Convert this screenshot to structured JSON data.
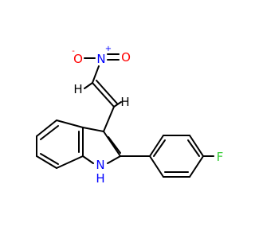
{
  "molecule": {
    "atoms": {
      "oxygen_left": {
        "symbol": "O",
        "charge": "-",
        "color": "#ff0000"
      },
      "nitrogen_nitro": {
        "symbol": "N",
        "charge": "+",
        "color": "#0000ff"
      },
      "oxygen_right": {
        "symbol": "O",
        "color": "#ff0000"
      },
      "fluorine": {
        "symbol": "F",
        "color": "#33cc33"
      },
      "nh_nitrogen": {
        "symbol": "N",
        "color": "#0000ff"
      },
      "nh_hydrogen": {
        "symbol": "H",
        "color": "#0000ff"
      },
      "vinyl_h1": {
        "symbol": "H",
        "color": "#000000"
      },
      "vinyl_h2": {
        "symbol": "H",
        "color": "#000000"
      }
    }
  }
}
